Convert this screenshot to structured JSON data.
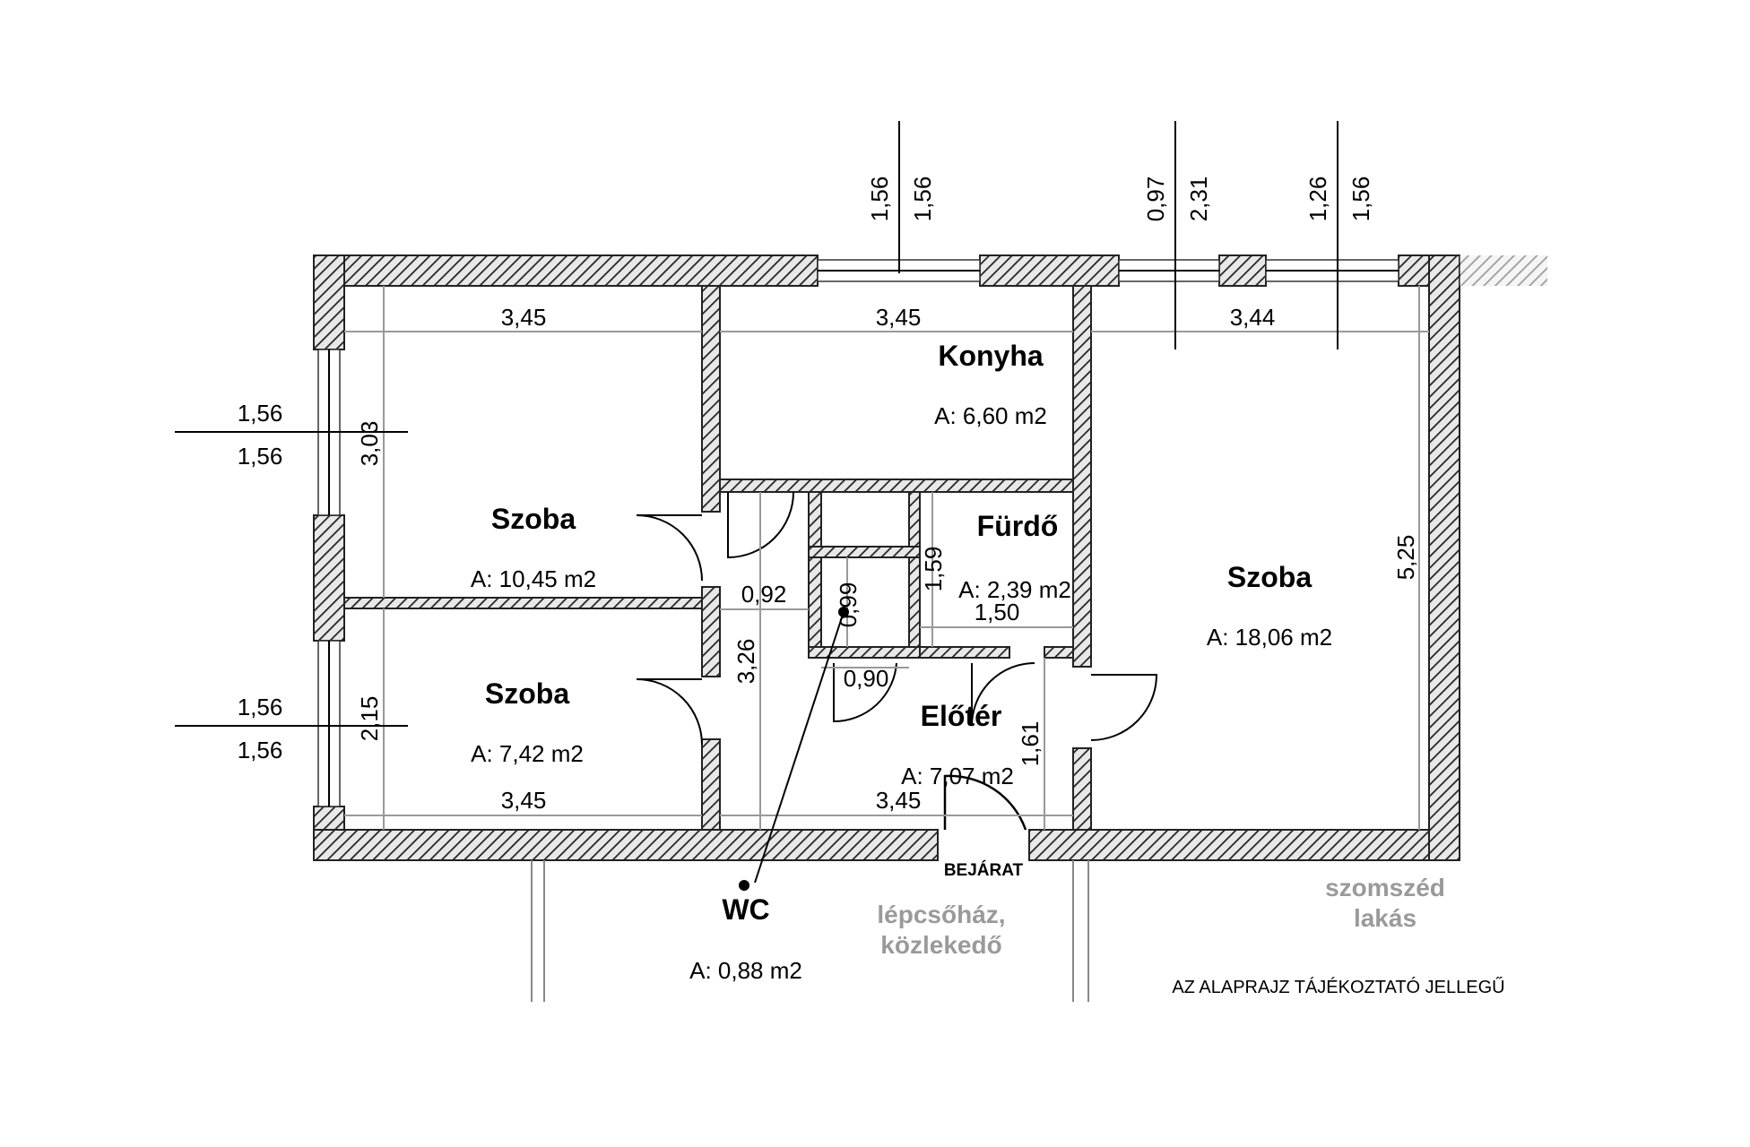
{
  "rooms": [
    {
      "name": "Szoba",
      "area": "A: 10,45 m2"
    },
    {
      "name": "Szoba",
      "area": "A: 7,42 m2"
    },
    {
      "name": "Konyha",
      "area": "A: 6,60 m2"
    },
    {
      "name": "Fürdő",
      "area": "A: 2,39 m2"
    },
    {
      "name": "Előtér",
      "area": "A: 7,07 m2"
    },
    {
      "name": "Szoba",
      "area": "A: 18,06 m2"
    },
    {
      "name": "WC",
      "area": "A: 0,88 m2"
    }
  ],
  "dimensions": {
    "top_left": "3,45",
    "top_mid": "3,45",
    "top_right": "3,44",
    "bottom_left": "3,45",
    "bottom_mid": "3,45",
    "left_upper": "3,03",
    "left_lower": "2,15",
    "hall_height": "3,26",
    "wc_width": "0,92",
    "wc_depth": "0,99",
    "bath_height": "1,59",
    "bath_width": "1,50",
    "closet_width": "0,90",
    "entry_height": "1,61",
    "right_height": "5,25"
  },
  "windows": {
    "kitchen_a": "1,56",
    "kitchen_b": "1,56",
    "room_right_a": "0,97",
    "room_right_b": "2,31",
    "room_right_c": "1,26",
    "room_right_d": "1,56",
    "left_upper_a": "1,56",
    "left_upper_b": "1,56",
    "left_lower_a": "1,56",
    "left_lower_b": "1,56"
  },
  "labels": {
    "entrance": "BEJÁRAT",
    "stair_line1": "lépcsőház,",
    "stair_line2": "közlekedő",
    "neighbor_line1": "szomszéd",
    "neighbor_line2": "lakás",
    "disclaimer": "AZ ALAPRAJZ TÁJÉKOZTATÓ JELLEGŰ"
  }
}
